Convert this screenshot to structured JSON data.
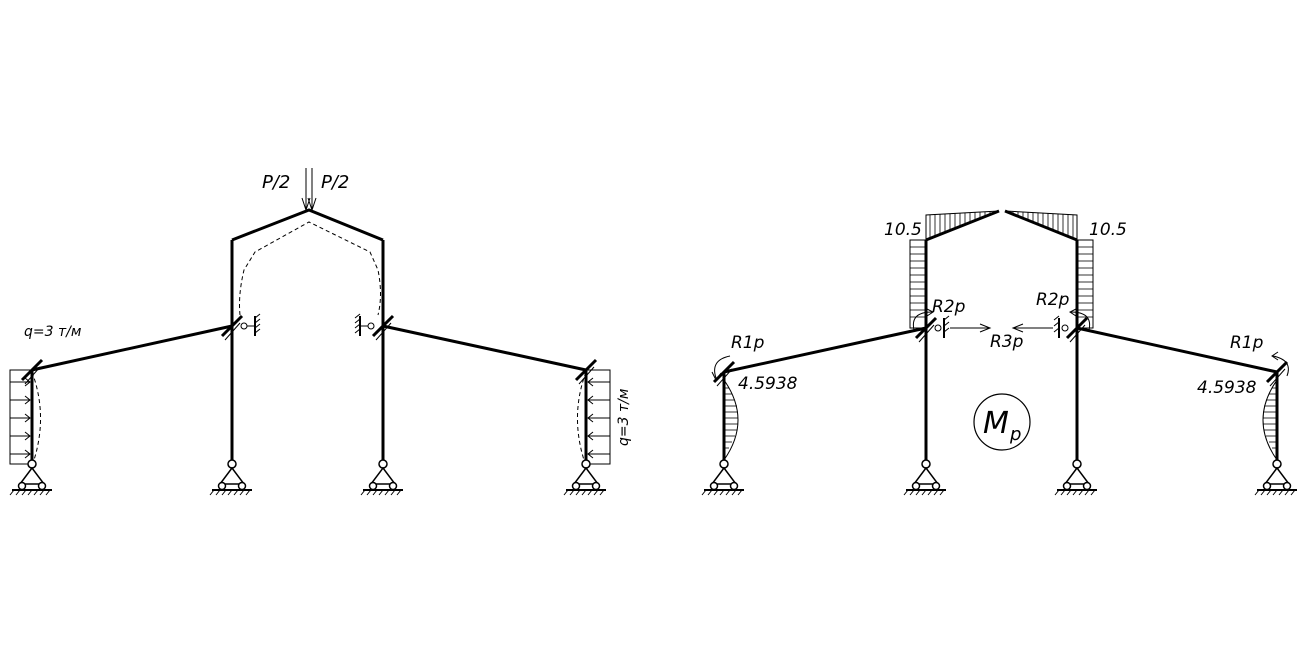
{
  "left_diagram": {
    "load_left": "P/2",
    "load_right": "P/2",
    "dist_load_left": "q=3 т/м",
    "dist_load_right": "q=3 т/м"
  },
  "right_diagram": {
    "moment_top_left": "10.5",
    "moment_top_right": "10.5",
    "reaction_r2p_left": "R2p",
    "reaction_r2p_right": "R2p",
    "reaction_r1p_left": "R1p",
    "reaction_r1p_right": "R1p",
    "reaction_r3p": "R3p",
    "moment_left_column": "4.5938",
    "moment_right_column": "4.5938",
    "diagram_title": "M",
    "diagram_title_sub": "p"
  }
}
